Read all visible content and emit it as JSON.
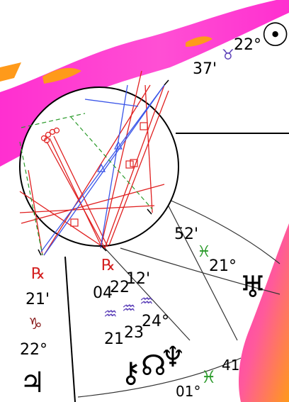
{
  "colors": {
    "band_pink": "#ff2fd0",
    "band_orange": "#ff9a1a",
    "aspect_red": "#e02020",
    "aspect_blue": "#3a55e8",
    "aspect_green": "#2a9a2a",
    "line": "#000000",
    "thin_line": "#444444",
    "sign_purple": "#5b3fb8",
    "sign_green": "#2a9a2a",
    "retro_red": "#d42020"
  },
  "icons": {
    "sun": "sun-icon",
    "taurus": "taurus-icon",
    "pisces": "pisces-icon",
    "uranus": "uranus-icon",
    "aquarius": "aquarius-icon",
    "retrograde": "retrograde-icon",
    "capricorn": "capricorn-icon",
    "jupiter": "jupiter-icon",
    "neptune": "neptune-icon",
    "north_node": "north-node-icon",
    "chiron": "chiron-icon"
  },
  "glyphs": {
    "sun": "☉",
    "taurus": "♉",
    "pisces_upper": "♓",
    "pisces_lower": "♓",
    "uranus": "♅",
    "aquarius_1": "♒",
    "aquarius_2": "♒",
    "aquarius_3": "♒",
    "retro_1": "℞",
    "retro_2": "℞",
    "capricorn": "♑",
    "jupiter": "♃",
    "neptune": "♆",
    "north_node": "☊",
    "chiron": "⚷"
  },
  "labels": {
    "sun_degree": "22°",
    "sun_minute": "37'",
    "uranus_minute": "52'",
    "uranus_degree": "21°",
    "col_minutes_1": "04",
    "col_minutes_2": "22",
    "col_minutes_3": "12'",
    "col_degrees_1": "21",
    "col_degrees_2": "23",
    "col_degrees_3": "24°",
    "jupiter_minute": "21'",
    "jupiter_degree": "22°",
    "bottom_partial_1": "01°",
    "bottom_partial_2": "41"
  }
}
